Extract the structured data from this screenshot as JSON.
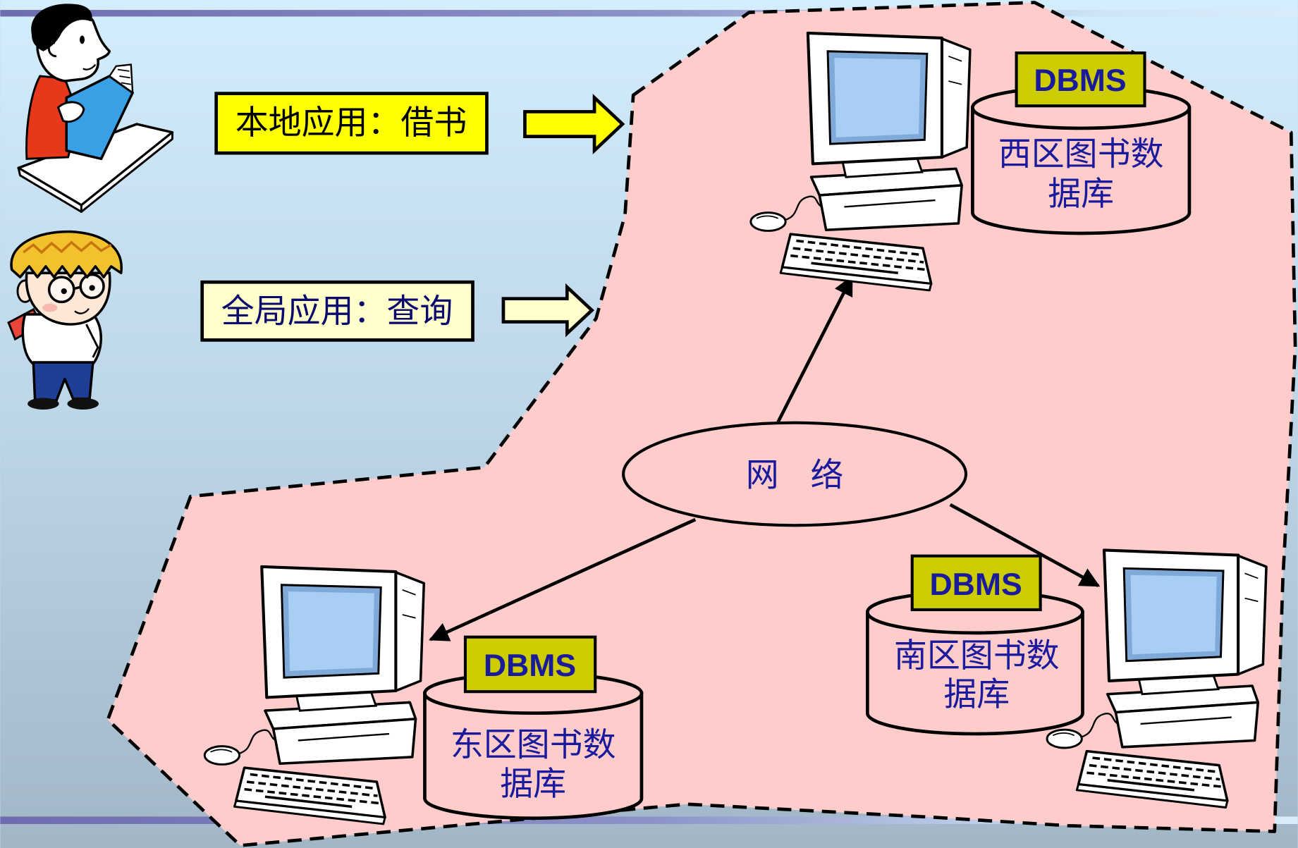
{
  "applications": {
    "local": {
      "label": "本地应用：借书"
    },
    "global": {
      "label": "全局应用：查询"
    }
  },
  "network": {
    "label": "网   络"
  },
  "sites": {
    "west": {
      "dbms": "DBMS",
      "db_name_lines": [
        "西区图书数",
        "据库"
      ]
    },
    "east": {
      "dbms": "DBMS",
      "db_name_lines": [
        "东区图书数",
        "据库"
      ]
    },
    "south": {
      "dbms": "DBMS",
      "db_name_lines": [
        "南区图书数",
        "据库"
      ]
    }
  },
  "icons": {
    "local_user": "reader-person-icon",
    "global_user": "boy-with-glasses-icon",
    "computer": "computer-icon",
    "database": "database-cylinder-icon",
    "arrow": "block-arrow-right-icon"
  },
  "colors": {
    "region_fill": "#ffcccc",
    "local_label_bg": "#ffff00",
    "global_label_bg": "#ffffcc",
    "dbms_bg": "#cccc00",
    "text_navy": "#1a1a9c"
  }
}
